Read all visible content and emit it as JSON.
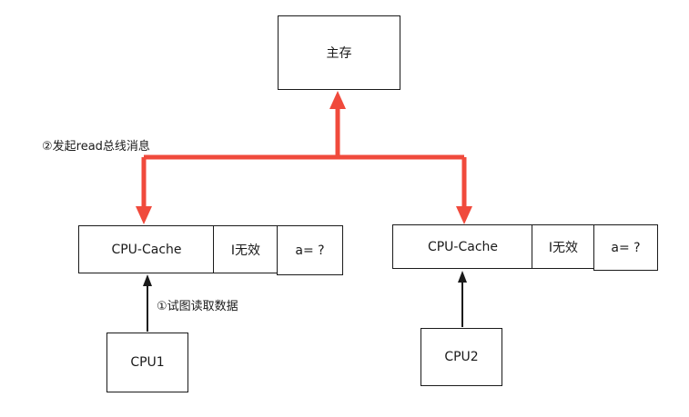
{
  "main_memory": {
    "label": "主存"
  },
  "bus_message": {
    "label": "②发起read总线消息"
  },
  "read_attempt": {
    "label": "①试图读取数据"
  },
  "cpu1": {
    "cache_label": "CPU-Cache",
    "state_label": "I无效",
    "value_label": "a= ?",
    "cpu_label": "CPU1"
  },
  "cpu2": {
    "cache_label": "CPU-Cache",
    "state_label": "I无效",
    "value_label": "a= ?",
    "cpu_label": "CPU2"
  },
  "colors": {
    "bus": "#f04a3c",
    "line": "#1a1a1a"
  }
}
